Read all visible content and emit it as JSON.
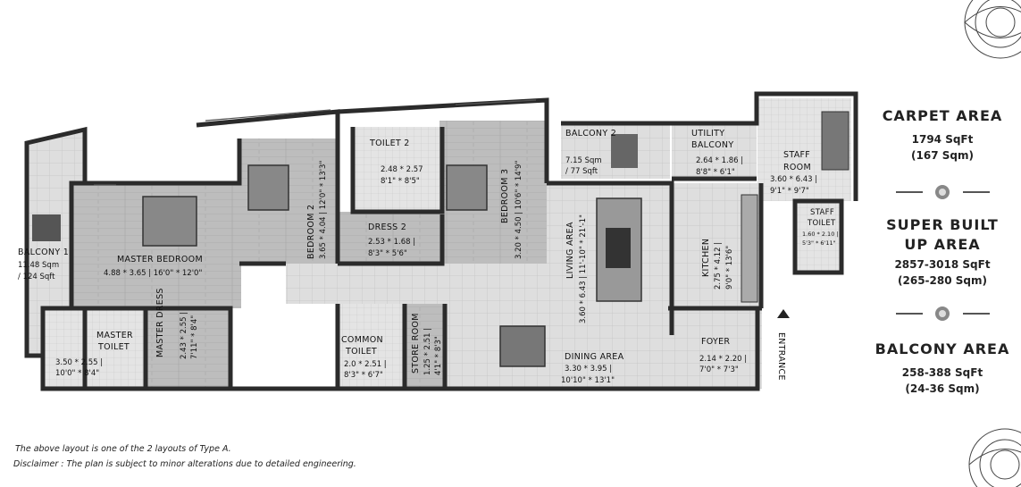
{
  "rooms": {
    "balcony1": {
      "name": "BALCONY 1",
      "dim1": "11.48 Sqm",
      "dim2": "/ 124 Sqft"
    },
    "master_bedroom": {
      "name": "MASTER BEDROOM",
      "dim1": "4.88 * 3.65 | 16'0\" * 12'0\""
    },
    "bedroom2": {
      "name": "BEDROOM 2",
      "dim1": "3.65 * 4.04 | 12'0\" * 13'3\""
    },
    "toilet2": {
      "name": "TOILET 2",
      "dim1": "2.48 * 2.57",
      "dim2": "8'1\" * 8'5\""
    },
    "dress2": {
      "name": "DRESS 2",
      "dim1": "2.53 * 1.68 |",
      "dim2": "8'3\" * 5'6\""
    },
    "bedroom3": {
      "name": "BEDROOM 3",
      "dim1": "3.20 * 4.50 | 10'6\" * 14'9\""
    },
    "balcony2": {
      "name": "BALCONY 2",
      "dim1": "7.15 Sqm",
      "dim2": "/ 77 Sqft"
    },
    "utility_balcony": {
      "name1": "UTILITY",
      "name2": "BALCONY",
      "dim1": "2.64 * 1.86 |",
      "dim2": "8'8\" * 6'1\""
    },
    "staff_room": {
      "name1": "STAFF",
      "name2": "ROOM",
      "dim1": "3.60 * 6.43 |",
      "dim2": "9'1\" * 9'7\""
    },
    "staff_toilet": {
      "name1": "STAFF",
      "name2": "TOILET",
      "dim1": "1.60 * 2.10 |",
      "dim2": "5'3\" * 6'11\""
    },
    "living_area": {
      "name": "LIVING AREA",
      "dim1": "3.60 * 6.43 | 11'-10\" * 21'-1\""
    },
    "kitchen": {
      "name": "KITCHEN",
      "dim1": "2.75 * 4.12 |",
      "dim2": "9'0\" * 13'6\""
    },
    "master_toilet": {
      "name1": "MASTER",
      "name2": "TOILET",
      "dim1": "3.50 * 2.55 |",
      "dim2": "10'0\" * 8'4\""
    },
    "master_dress": {
      "name": "MASTER DRESS",
      "dim1": "2.43 * 2.55 |",
      "dim2": "7'11\" * 8'4\""
    },
    "common_toilet": {
      "name1": "COMMON",
      "name2": "TOILET",
      "dim1": "2.0 * 2.51 |",
      "dim2": "8'3\" * 6'7\""
    },
    "store_room": {
      "name": "STORE ROOM",
      "dim1": "1.25 * 2.51 |",
      "dim2": "4'1\" * 8'3\""
    },
    "dining_area": {
      "name": "DINING AREA",
      "dim1": "3.30 * 3.95 |",
      "dim2": "10'10\" * 13'1\""
    },
    "foyer": {
      "name": "FOYER",
      "dim1": "2.14 * 2.20 |",
      "dim2": "7'0\" * 7'3\""
    },
    "entrance": {
      "name": "ENTRANCE"
    }
  },
  "areas": {
    "carpet": {
      "title": "CARPET AREA",
      "sqft": "1794 SqFt",
      "sqm": "(167 Sqm)"
    },
    "super_built_up": {
      "title1": "SUPER BUILT",
      "title2": "UP AREA",
      "sqft": "2857-3018 SqFt",
      "sqm": "(265-280 Sqm)"
    },
    "balcony": {
      "title": "BALCONY AREA",
      "sqft": "258-388 SqFt",
      "sqm": "(24-36 Sqm)"
    }
  },
  "footnotes": {
    "layout_note": "The above layout is one of the 2 layouts of Type A.",
    "disclaimer": "Disclaimer : The plan is subject to minor alterations due to detailed engineering."
  },
  "colors": {
    "wall": "#2b2b2b",
    "floor": "#cfcfcf",
    "wood": "#b8b8b8",
    "tile": "#dcdcdc",
    "text": "#111111"
  }
}
